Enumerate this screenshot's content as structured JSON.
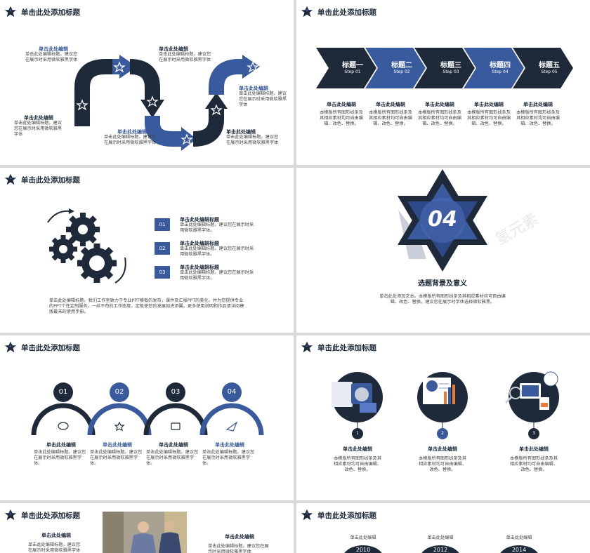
{
  "common": {
    "slide_title": "单击此处添加标题",
    "edit_title": "单击此处编辑",
    "edit_title_full": "单击此处编辑标题",
    "caption_short": "单击此处编辑标题。建议您在展示时采用微软雅黑字体",
    "caption_long": "单击此处编辑标题。建议您在展示时采用微软雅黑字体。",
    "template_text": "本模版所有图形线条及其相应素材均可自由编辑、改色、替换。",
    "watermark": "氢元素"
  },
  "colors": {
    "navy": "#1e2a3a",
    "blue": "#3a5a9e",
    "light": "#c8cfda"
  },
  "slide2": {
    "steps": [
      {
        "title": "标题一",
        "sub": "Step 01"
      },
      {
        "title": "标题二",
        "sub": "Step 02"
      },
      {
        "title": "标题三",
        "sub": "Step 03"
      },
      {
        "title": "标题四",
        "sub": "Step 04"
      },
      {
        "title": "标题五",
        "sub": "Step 05"
      }
    ]
  },
  "slide3": {
    "items": [
      {
        "num": "01",
        "title": "单击此处编辑标题",
        "text": "单击此处编辑标题。建议您在展示时采用微软雅黑字体。"
      },
      {
        "num": "02",
        "title": "单击此处编辑标题",
        "text": "单击此处编辑标题。建议您在展示时采用微软雅黑字体。"
      },
      {
        "num": "03",
        "title": "单击此处编辑标题",
        "text": "单击此处编辑标题。建议您在展示时采用微软雅黑字体。"
      }
    ],
    "paragraph": "单击此处编辑标题。我们工作室致力于专业PPT模板的发布，课件及汇报PPT的美化，并为您提供专业的PPT个性定制服务。一丝不苟的工作态度，定能使您的发展如虎添翼。更多使用说明和作品请详阅模版最末的使用手册。"
  },
  "slide4": {
    "number": "04",
    "section_title": "选题背景及意义",
    "desc": "单击此处添加文本。本模版所有图形线条及其相应素材均可自由编辑、改色、替换。建议您在展示时字体选择微软雅黑。"
  },
  "slide5": {
    "nums": [
      "01",
      "02",
      "03",
      "04"
    ]
  },
  "slide6": {
    "nums": [
      "1",
      "2",
      "3"
    ]
  },
  "slide8": {
    "years": [
      "2010",
      "2012",
      "2014"
    ]
  }
}
